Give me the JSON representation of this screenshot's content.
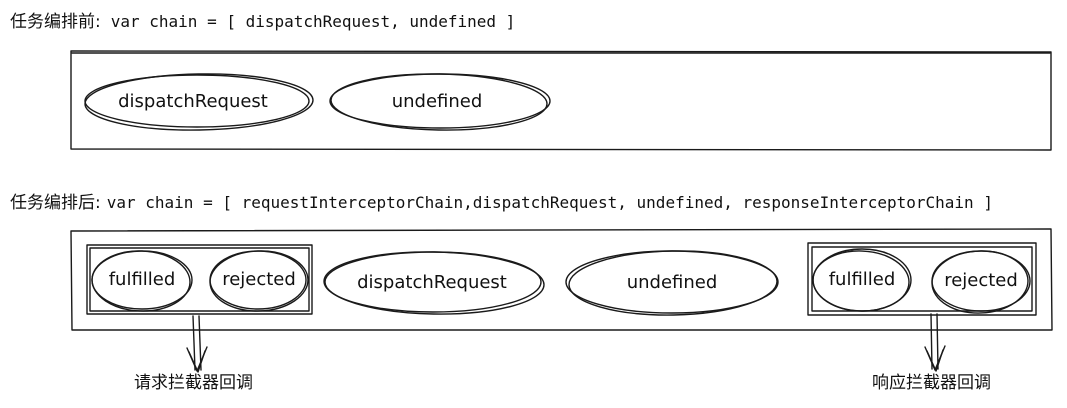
{
  "before": {
    "heading": "任务编排前:",
    "code": "var chain = [ dispatchRequest, undefined ]",
    "nodes": [
      "dispatchRequest",
      "undefined"
    ]
  },
  "after": {
    "heading": "任务编排后:",
    "code": "var chain = [ requestInterceptorChain,dispatchRequest, undefined, responseInterceptorChain ]",
    "request_group": [
      "fulfilled",
      "rejected"
    ],
    "middle_nodes": [
      "dispatchRequest",
      "undefined"
    ],
    "response_group": [
      "fulfilled",
      "rejected"
    ]
  },
  "annotations": {
    "request_label": "请求拦截器回调",
    "response_label": "响应拦截器回调"
  }
}
